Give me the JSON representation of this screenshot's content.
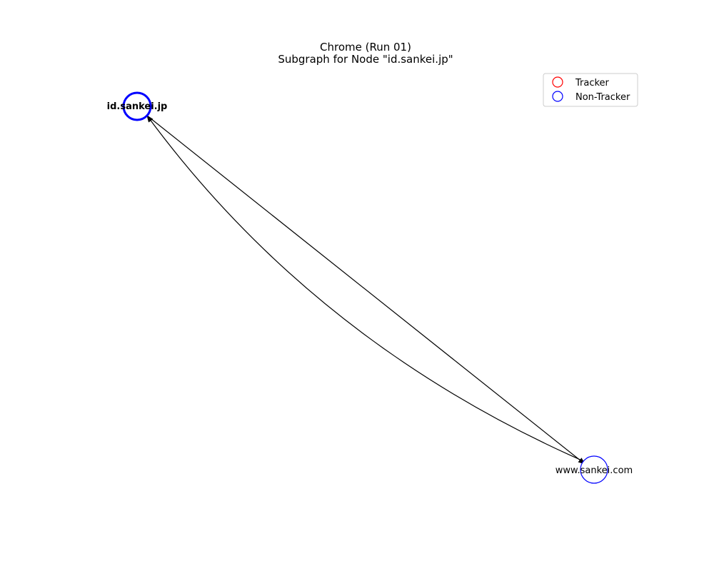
{
  "figure": {
    "title_line1": "Chrome (Run 01)",
    "title_line2": "Subgraph for Node \"id.sankei.jp\""
  },
  "colors": {
    "tracker": "#ff0000",
    "non_tracker": "#0000ff",
    "edge": "#000000"
  },
  "legend": {
    "tracker_label": "Tracker",
    "non_tracker_label": "Non-Tracker"
  },
  "nodes": [
    {
      "id": "id.sankei.jp",
      "label": "id.sankei.jp",
      "type": "non-tracker",
      "focus": true
    },
    {
      "id": "www.sankei.com",
      "label": "www.sankei.com",
      "type": "non-tracker",
      "focus": false
    }
  ],
  "edges": [
    {
      "from": "id.sankei.jp",
      "to": "www.sankei.com"
    },
    {
      "from": "www.sankei.com",
      "to": "id.sankei.jp"
    }
  ]
}
